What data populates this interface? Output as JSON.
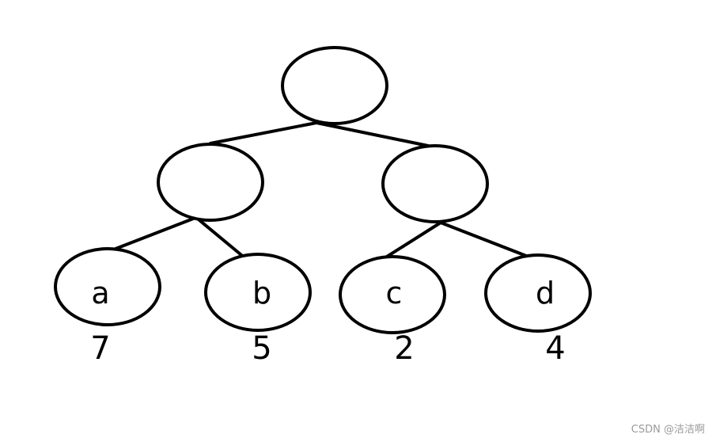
{
  "tree": {
    "nodes": [
      {
        "id": "root",
        "label": ""
      },
      {
        "id": "left",
        "label": ""
      },
      {
        "id": "right",
        "label": ""
      },
      {
        "id": "leaf-a",
        "label": "a",
        "weight": "7"
      },
      {
        "id": "leaf-b",
        "label": "b",
        "weight": "5"
      },
      {
        "id": "leaf-c",
        "label": "c",
        "weight": "2"
      },
      {
        "id": "leaf-d",
        "label": "d",
        "weight": "4"
      }
    ],
    "edges": [
      [
        "root",
        "left"
      ],
      [
        "root",
        "right"
      ],
      [
        "left",
        "leaf-a"
      ],
      [
        "left",
        "leaf-b"
      ],
      [
        "right",
        "leaf-c"
      ],
      [
        "right",
        "leaf-d"
      ]
    ]
  },
  "watermark": "CSDN @洁洁啊"
}
